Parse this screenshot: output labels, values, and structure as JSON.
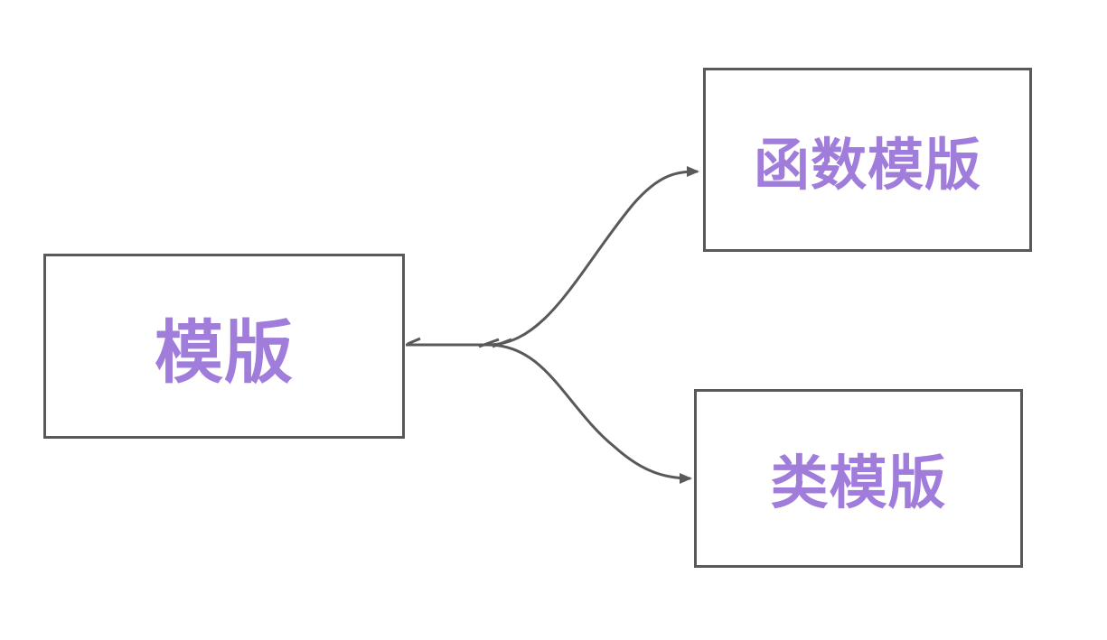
{
  "diagram": {
    "root": {
      "label": "模版"
    },
    "children": [
      {
        "label": "函数模版"
      },
      {
        "label": "类模版"
      }
    ]
  },
  "colors": {
    "label_text": "#a07ddb",
    "border": "#595959",
    "connector": "#595959",
    "background": "#ffffff"
  }
}
